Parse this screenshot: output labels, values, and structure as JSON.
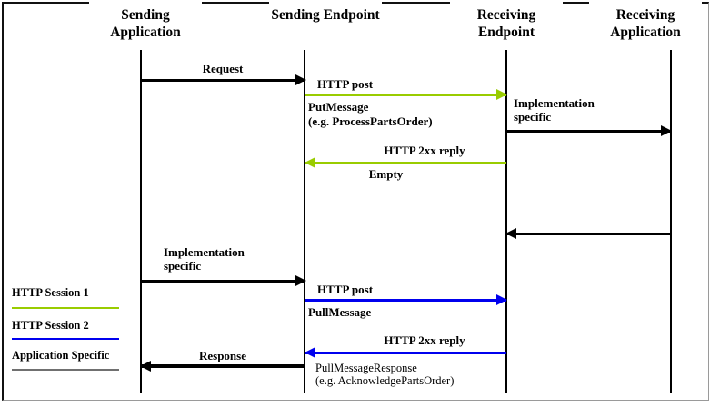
{
  "diagram": {
    "actors": [
      {
        "name": "Sending Application"
      },
      {
        "name": "Sending Endpoint"
      },
      {
        "name": "Receiving Endpoint"
      },
      {
        "name": "Receiving Application"
      }
    ],
    "messages": {
      "request": "Request",
      "http_post_top": "HTTP post",
      "put_message": "PutMessage",
      "put_message_example": "(e.g. ProcessPartsOrder)",
      "implementation_specific_right": "Implementation specific",
      "http_2xx_reply_top": "HTTP 2xx reply",
      "empty": "Empty",
      "implementation_specific_left": "Implementation specific",
      "http_post_bottom": "HTTP post",
      "pull_message": "PullMessage",
      "http_2xx_reply_bottom": "HTTP 2xx reply",
      "response": "Response",
      "pull_message_response": "PullMessageResponse",
      "pull_message_response_example": "(e.g. AcknowledgePartsOrder)"
    },
    "legend": [
      {
        "label": "HTTP Session 1",
        "color": "#99cc00"
      },
      {
        "label": "HTTP Session 2",
        "color": "#0000ee"
      },
      {
        "label": "Application Specific",
        "color": "#707070"
      }
    ],
    "colors": {
      "http_session_1": "#99cc00",
      "http_session_2": "#0000ee",
      "application_specific": "#000000"
    }
  }
}
